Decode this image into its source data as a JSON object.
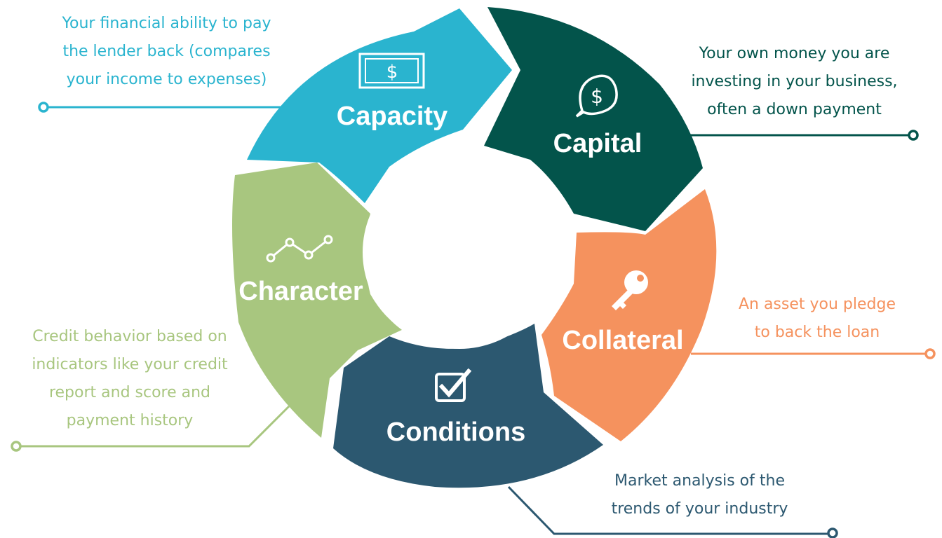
{
  "colors": {
    "capacity": "#2ab4cf",
    "capital": "#03544b",
    "collateral": "#f5925e",
    "conditions": "#2c5870",
    "character": "#a8c67f",
    "background": "#ffffff"
  },
  "segments": {
    "capacity": {
      "title": "Capacity",
      "icon": "dollar-bill-icon"
    },
    "capital": {
      "title": "Capital",
      "icon": "dollar-speech-bubble-icon"
    },
    "collateral": {
      "title": "Collateral",
      "icon": "key-icon"
    },
    "conditions": {
      "title": "Conditions",
      "icon": "checkbox-icon"
    },
    "character": {
      "title": "Character",
      "icon": "trend-line-icon"
    }
  },
  "descriptions": {
    "capacity": [
      "Your financial ability to pay",
      "the lender back (compares",
      "your income to expenses)"
    ],
    "capital": [
      "Your own money you are",
      "investing in your business,",
      "often a down payment"
    ],
    "collateral": [
      "An asset you pledge",
      "to back the loan"
    ],
    "conditions": [
      "Market analysis of the",
      "trends of your industry"
    ],
    "character": [
      "Credit behavior based on",
      "indicators like your credit",
      "report and score and",
      "payment history"
    ]
  }
}
